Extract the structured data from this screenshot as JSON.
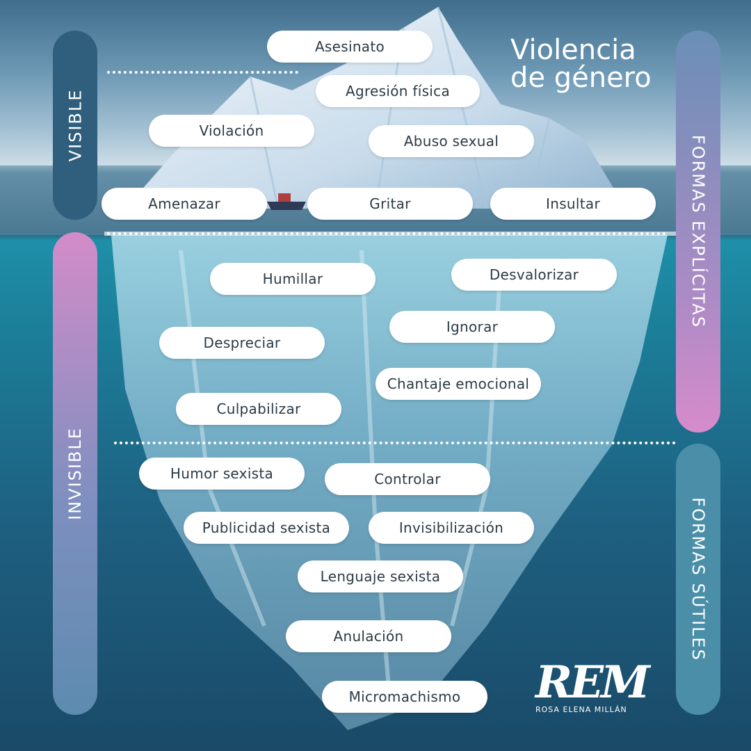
{
  "title": {
    "line1": "Violencia",
    "line2": "de género"
  },
  "sidebars": {
    "visible": "VISIBLE",
    "invisible": "INVISIBLE",
    "explicit": "FORMAS EXPLÍCITAS",
    "subtle": "FORMAS SÚTILES"
  },
  "labels": {
    "asesinato": "Asesinato",
    "agresion_fisica": "Agresión física",
    "violacion": "Violación",
    "abuso_sexual": "Abuso sexual",
    "amenazar": "Amenazar",
    "gritar": "Gritar",
    "insultar": "Insultar",
    "humillar": "Humillar",
    "desvalorizar": "Desvalorizar",
    "ignorar": "Ignorar",
    "despreciar": "Despreciar",
    "chantaje_emocional": "Chantaje emocional",
    "culpabilizar": "Culpabilizar",
    "humor_sexista": "Humor sexista",
    "controlar": "Controlar",
    "publicidad_sexista": "Publicidad sexista",
    "invisibilizacion": "Invisibilización",
    "lenguaje_sexista": "Lenguaje sexista",
    "anulacion": "Anulación",
    "micromachismo": "Micromachismo"
  },
  "logo": {
    "mark": "REM",
    "name": "ROSA ELENA MILLÁN"
  },
  "colors": {
    "visible_bar": "#2f5f7c",
    "invisible_top": "#d38cc9",
    "invisible_bottom": "#5d8bb0",
    "explicit_top": "#6a8fb6",
    "explicit_bottom": "#d78bcb",
    "subtle_bar": "#4a8ea8",
    "pill_text": "#2b3a46"
  }
}
